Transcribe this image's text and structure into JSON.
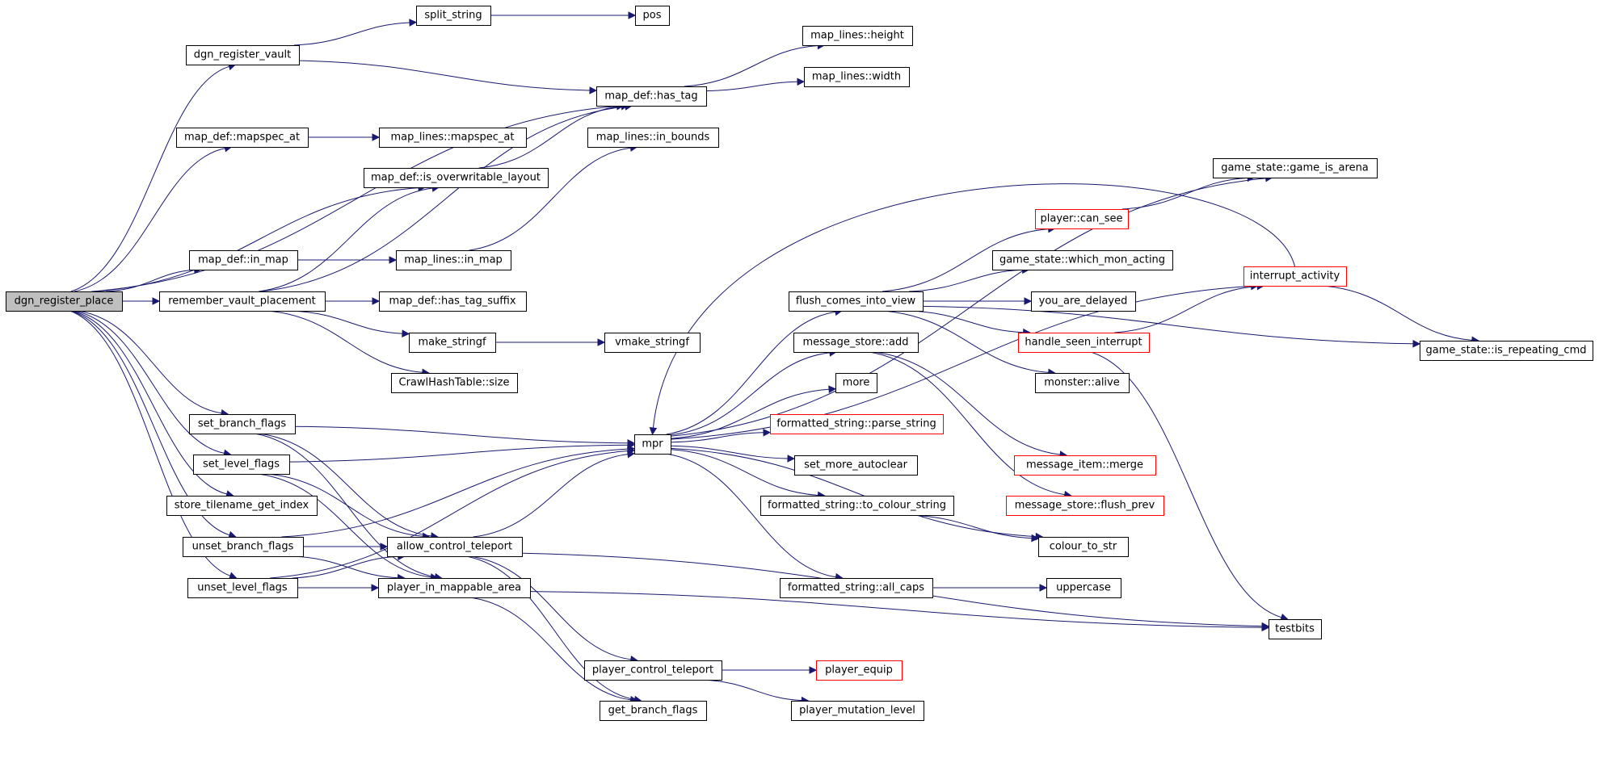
{
  "diagram": {
    "nodes": [
      {
        "id": "dgn_register_place",
        "label": "dgn_register_place",
        "style": "root"
      },
      {
        "id": "dgn_register_vault",
        "label": "dgn_register_vault"
      },
      {
        "id": "split_string",
        "label": "split_string"
      },
      {
        "id": "pos",
        "label": "pos"
      },
      {
        "id": "map_def_has_tag",
        "label": "map_def::has_tag"
      },
      {
        "id": "map_lines_height",
        "label": "map_lines::height"
      },
      {
        "id": "map_lines_width",
        "label": "map_lines::width"
      },
      {
        "id": "map_def_mapspec_at",
        "label": "map_def::mapspec_at"
      },
      {
        "id": "map_lines_mapspec_at",
        "label": "map_lines::mapspec_at"
      },
      {
        "id": "map_lines_in_bounds",
        "label": "map_lines::in_bounds"
      },
      {
        "id": "map_def_is_overwritable_layout",
        "label": "map_def::is_overwritable_layout"
      },
      {
        "id": "map_def_in_map",
        "label": "map_def::in_map"
      },
      {
        "id": "map_lines_in_map",
        "label": "map_lines::in_map"
      },
      {
        "id": "remember_vault_placement",
        "label": "remember_vault_placement"
      },
      {
        "id": "map_def_has_tag_suffix",
        "label": "map_def::has_tag_suffix"
      },
      {
        "id": "make_stringf",
        "label": "make_stringf"
      },
      {
        "id": "vmake_stringf",
        "label": "vmake_stringf"
      },
      {
        "id": "CrawlHashTable_size",
        "label": "CrawlHashTable::size"
      },
      {
        "id": "set_branch_flags",
        "label": "set_branch_flags"
      },
      {
        "id": "set_level_flags",
        "label": "set_level_flags"
      },
      {
        "id": "store_tilename_get_index",
        "label": "store_tilename_get_index"
      },
      {
        "id": "unset_branch_flags",
        "label": "unset_branch_flags"
      },
      {
        "id": "unset_level_flags",
        "label": "unset_level_flags"
      },
      {
        "id": "allow_control_teleport",
        "label": "allow_control_teleport"
      },
      {
        "id": "player_in_mappable_area",
        "label": "player_in_mappable_area"
      },
      {
        "id": "mpr",
        "label": "mpr"
      },
      {
        "id": "flush_comes_into_view",
        "label": "flush_comes_into_view"
      },
      {
        "id": "message_store_add",
        "label": "message_store::add"
      },
      {
        "id": "more",
        "label": "more"
      },
      {
        "id": "formatted_string_parse_string",
        "label": "formatted_string::parse_string",
        "style": "red"
      },
      {
        "id": "set_more_autoclear",
        "label": "set_more_autoclear"
      },
      {
        "id": "formatted_string_to_colour_string",
        "label": "formatted_string::to_colour_string"
      },
      {
        "id": "formatted_string_all_caps",
        "label": "formatted_string::all_caps"
      },
      {
        "id": "player_can_see",
        "label": "player::can_see",
        "style": "red"
      },
      {
        "id": "game_state_which_mon_acting",
        "label": "game_state::which_mon_acting"
      },
      {
        "id": "you_are_delayed",
        "label": "you_are_delayed"
      },
      {
        "id": "handle_seen_interrupt",
        "label": "handle_seen_interrupt",
        "style": "red"
      },
      {
        "id": "monster_alive",
        "label": "monster::alive"
      },
      {
        "id": "message_item_merge",
        "label": "message_item::merge",
        "style": "red"
      },
      {
        "id": "message_store_flush_prev",
        "label": "message_store::flush_prev",
        "style": "red"
      },
      {
        "id": "colour_to_str",
        "label": "colour_to_str"
      },
      {
        "id": "uppercase",
        "label": "uppercase"
      },
      {
        "id": "game_state_game_is_arena",
        "label": "game_state::game_is_arena"
      },
      {
        "id": "interrupt_activity",
        "label": "interrupt_activity",
        "style": "red"
      },
      {
        "id": "game_state_is_repeating_cmd",
        "label": "game_state::is_repeating_cmd"
      },
      {
        "id": "testbits",
        "label": "testbits"
      },
      {
        "id": "player_control_teleport",
        "label": "player_control_teleport"
      },
      {
        "id": "player_equip",
        "label": "player_equip",
        "style": "red"
      },
      {
        "id": "get_branch_flags",
        "label": "get_branch_flags"
      },
      {
        "id": "player_mutation_level",
        "label": "player_mutation_level"
      }
    ],
    "edges": [
      {
        "from": "dgn_register_place",
        "to": "dgn_register_vault"
      },
      {
        "from": "dgn_register_place",
        "to": "map_def_has_tag"
      },
      {
        "from": "dgn_register_place",
        "to": "map_def_mapspec_at"
      },
      {
        "from": "dgn_register_place",
        "to": "map_def_is_overwritable_layout"
      },
      {
        "from": "dgn_register_place",
        "to": "map_def_in_map"
      },
      {
        "from": "dgn_register_place",
        "to": "remember_vault_placement"
      },
      {
        "from": "dgn_register_place",
        "to": "set_branch_flags"
      },
      {
        "from": "dgn_register_place",
        "to": "set_level_flags"
      },
      {
        "from": "dgn_register_place",
        "to": "store_tilename_get_index"
      },
      {
        "from": "dgn_register_place",
        "to": "unset_branch_flags"
      },
      {
        "from": "dgn_register_place",
        "to": "unset_level_flags"
      },
      {
        "from": "dgn_register_vault",
        "to": "split_string"
      },
      {
        "from": "dgn_register_vault",
        "to": "map_def_has_tag"
      },
      {
        "from": "split_string",
        "to": "pos"
      },
      {
        "from": "map_def_has_tag",
        "to": "map_lines_height"
      },
      {
        "from": "map_def_has_tag",
        "to": "map_lines_width"
      },
      {
        "from": "map_def_mapspec_at",
        "to": "map_lines_mapspec_at"
      },
      {
        "from": "map_def_is_overwritable_layout",
        "to": "map_def_has_tag"
      },
      {
        "from": "map_def_in_map",
        "to": "map_lines_in_map"
      },
      {
        "from": "map_lines_in_map",
        "to": "map_lines_in_bounds"
      },
      {
        "from": "remember_vault_placement",
        "to": "map_def_is_overwritable_layout"
      },
      {
        "from": "remember_vault_placement",
        "to": "map_def_has_tag"
      },
      {
        "from": "remember_vault_placement",
        "to": "map_def_has_tag_suffix"
      },
      {
        "from": "remember_vault_placement",
        "to": "make_stringf"
      },
      {
        "from": "remember_vault_placement",
        "to": "CrawlHashTable_size"
      },
      {
        "from": "make_stringf",
        "to": "vmake_stringf"
      },
      {
        "from": "set_branch_flags",
        "to": "mpr"
      },
      {
        "from": "set_branch_flags",
        "to": "allow_control_teleport"
      },
      {
        "from": "set_branch_flags",
        "to": "player_in_mappable_area"
      },
      {
        "from": "set_level_flags",
        "to": "mpr"
      },
      {
        "from": "set_level_flags",
        "to": "allow_control_teleport"
      },
      {
        "from": "set_level_flags",
        "to": "player_in_mappable_area"
      },
      {
        "from": "unset_branch_flags",
        "to": "mpr"
      },
      {
        "from": "unset_branch_flags",
        "to": "allow_control_teleport"
      },
      {
        "from": "unset_branch_flags",
        "to": "player_in_mappable_area"
      },
      {
        "from": "unset_level_flags",
        "to": "allow_control_teleport"
      },
      {
        "from": "unset_level_flags",
        "to": "player_in_mappable_area"
      },
      {
        "from": "unset_level_flags",
        "to": "mpr"
      },
      {
        "from": "allow_control_teleport",
        "to": "mpr"
      },
      {
        "from": "allow_control_teleport",
        "to": "testbits"
      },
      {
        "from": "allow_control_teleport",
        "to": "player_control_teleport"
      },
      {
        "from": "allow_control_teleport",
        "to": "get_branch_flags"
      },
      {
        "from": "player_in_mappable_area",
        "to": "get_branch_flags"
      },
      {
        "from": "player_in_mappable_area",
        "to": "testbits"
      },
      {
        "from": "player_control_teleport",
        "to": "player_equip"
      },
      {
        "from": "player_control_teleport",
        "to": "player_mutation_level"
      },
      {
        "from": "mpr",
        "to": "flush_comes_into_view"
      },
      {
        "from": "mpr",
        "to": "message_store_add"
      },
      {
        "from": "mpr",
        "to": "more"
      },
      {
        "from": "mpr",
        "to": "formatted_string_parse_string"
      },
      {
        "from": "mpr",
        "to": "set_more_autoclear"
      },
      {
        "from": "mpr",
        "to": "formatted_string_to_colour_string"
      },
      {
        "from": "mpr",
        "to": "colour_to_str"
      },
      {
        "from": "mpr",
        "to": "formatted_string_all_caps"
      },
      {
        "from": "mpr",
        "to": "game_state_game_is_arena"
      },
      {
        "from": "mpr",
        "to": "interrupt_activity"
      },
      {
        "from": "flush_comes_into_view",
        "to": "player_can_see"
      },
      {
        "from": "flush_comes_into_view",
        "to": "game_state_which_mon_acting"
      },
      {
        "from": "flush_comes_into_view",
        "to": "you_are_delayed"
      },
      {
        "from": "flush_comes_into_view",
        "to": "handle_seen_interrupt"
      },
      {
        "from": "flush_comes_into_view",
        "to": "monster_alive"
      },
      {
        "from": "flush_comes_into_view",
        "to": "game_state_is_repeating_cmd"
      },
      {
        "from": "message_store_add",
        "to": "message_item_merge"
      },
      {
        "from": "message_store_add",
        "to": "message_store_flush_prev"
      },
      {
        "from": "formatted_string_to_colour_string",
        "to": "colour_to_str"
      },
      {
        "from": "formatted_string_all_caps",
        "to": "uppercase"
      },
      {
        "from": "player_can_see",
        "to": "game_state_game_is_arena"
      },
      {
        "from": "handle_seen_interrupt",
        "to": "interrupt_activity"
      },
      {
        "from": "handle_seen_interrupt",
        "to": "testbits"
      },
      {
        "from": "interrupt_activity",
        "to": "mpr"
      },
      {
        "from": "interrupt_activity",
        "to": "game_state_is_repeating_cmd"
      }
    ]
  }
}
